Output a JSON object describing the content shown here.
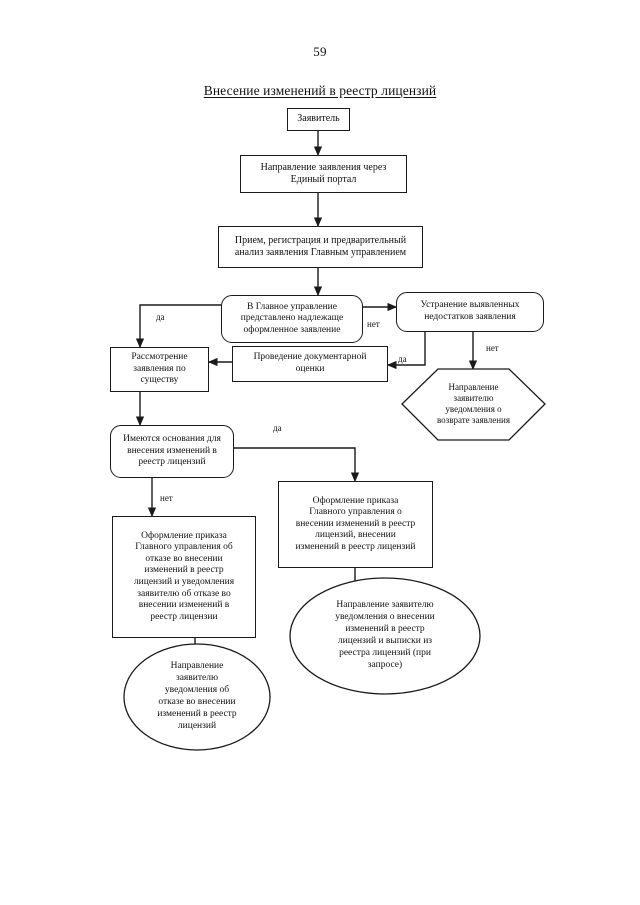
{
  "page": {
    "number": "59",
    "title": "Внесение изменений в реестр лицензий"
  },
  "chart_data": {
    "type": "diagram",
    "diagram_kind": "flowchart",
    "title": "Внесение изменений в реестр лицензий",
    "nodes": [
      {
        "id": "n1",
        "shape": "rect",
        "text": "Заявитель"
      },
      {
        "id": "n2",
        "shape": "rect",
        "text": "Направление заявления через\nЕдиный портал"
      },
      {
        "id": "n3",
        "shape": "rect",
        "text": "Прием, регистрация и предварительный\nанализ заявления Главным управлением"
      },
      {
        "id": "n4",
        "shape": "rounded",
        "text": "В Главное управление\nпредставлено надлежаще\nоформленное заявление"
      },
      {
        "id": "n5",
        "shape": "rounded",
        "text": "Устранение выявленных\nнедостатков заявления"
      },
      {
        "id": "n6",
        "shape": "rect",
        "text": "Рассмотрение\nзаявления по\nсуществу"
      },
      {
        "id": "n7",
        "shape": "rect",
        "text": "Проведение документарной\nоценки"
      },
      {
        "id": "n8",
        "shape": "hexagon",
        "text": "Направление\nзаявителю\nуведомления о\nвозврате заявления"
      },
      {
        "id": "n9",
        "shape": "rounded",
        "text": "Имеются основания для\nвнесения изменений в\nреестр лицензий"
      },
      {
        "id": "n10",
        "shape": "rect",
        "text": "Оформление приказа\nГлавного управления о\nвнесении изменений в реестр\nлицензий, внесении\nизменений в реестр лицензий"
      },
      {
        "id": "n11",
        "shape": "rect",
        "text": "Оформление приказа\nГлавного управления об\nотказе во внесении\nизменений в реестр\nлицензий и уведомления\nзаявителю об отказе во\nвнесении изменений в\nреестр лицензии"
      },
      {
        "id": "n12",
        "shape": "ellipse",
        "text": "Направление заявителю\nуведомления о внесении\nизменений в реестр\nлицензий и выписки из\nреестра лицензий (при\nзапросе)"
      },
      {
        "id": "n13",
        "shape": "ellipse",
        "text": "Направление\nзаявителю\nуведомления об\nотказе во внесении\nизменений в реестр\nлицензий"
      }
    ],
    "edges": [
      {
        "from": "n1",
        "to": "n2",
        "label": ""
      },
      {
        "from": "n2",
        "to": "n3",
        "label": ""
      },
      {
        "from": "n3",
        "to": "n4",
        "label": ""
      },
      {
        "from": "n4",
        "to": "n6",
        "label": "да"
      },
      {
        "from": "n4",
        "to": "n5",
        "label": "нет"
      },
      {
        "from": "n5",
        "to": "n7",
        "label": "да"
      },
      {
        "from": "n5",
        "to": "n8",
        "label": "нет"
      },
      {
        "from": "n7",
        "to": "n6",
        "label": ""
      },
      {
        "from": "n6",
        "to": "n9",
        "label": ""
      },
      {
        "from": "n9",
        "to": "n10",
        "label": "да"
      },
      {
        "from": "n9",
        "to": "n11",
        "label": "нет"
      },
      {
        "from": "n10",
        "to": "n12",
        "label": ""
      },
      {
        "from": "n11",
        "to": "n13",
        "label": ""
      }
    ],
    "edge_labels": [
      {
        "id": "l1",
        "text": "да"
      },
      {
        "id": "l2",
        "text": "нет"
      },
      {
        "id": "l3",
        "text": "нет"
      },
      {
        "id": "l4",
        "text": "да"
      },
      {
        "id": "l5",
        "text": "да"
      },
      {
        "id": "l6",
        "text": "нет"
      }
    ]
  },
  "colors": {
    "stroke": "#1a1a1a",
    "text": "#111111",
    "background": "#ffffff"
  }
}
